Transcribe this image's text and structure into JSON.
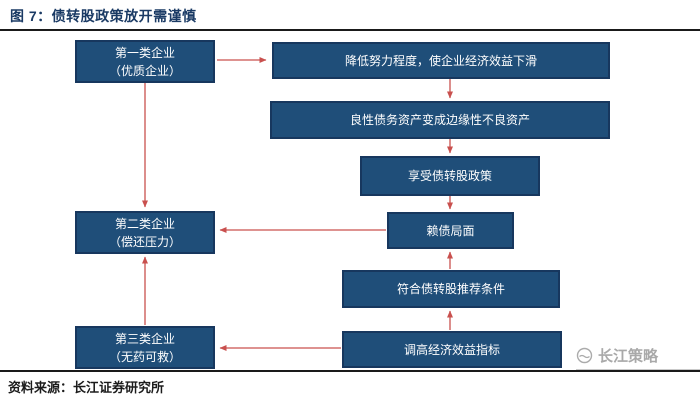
{
  "header": {
    "title": "图 7：债转股政策放开需谨慎"
  },
  "footer": {
    "source": "资料来源：长江证券研究所",
    "watermark": "长江策略"
  },
  "colors": {
    "box_fill": "#1f4e79",
    "box_border": "#17375e",
    "arrow": "#c9504e",
    "title": "#1a3a64"
  },
  "nodes": {
    "tier1": {
      "line1": "第一类企业",
      "line2": "（优质企业）"
    },
    "tier2": {
      "line1": "第二类企业",
      "line2": "（偿还压力）"
    },
    "tier3": {
      "line1": "第三类企业",
      "line2": "（无药可救）"
    },
    "effort": {
      "label": "降低努力程度，使企业经济效益下滑"
    },
    "assets": {
      "label": "良性债务资产变成边缘性不良资产"
    },
    "policy": {
      "label": "享受债转股政策"
    },
    "evasion": {
      "label": "赖债局面"
    },
    "criteria": {
      "label": "符合债转股推荐条件"
    },
    "indicators": {
      "label": "调高经济效益指标"
    }
  },
  "edges": [
    {
      "from": "tier1",
      "to": "effort"
    },
    {
      "from": "effort",
      "to": "assets"
    },
    {
      "from": "assets",
      "to": "policy"
    },
    {
      "from": "policy",
      "to": "evasion"
    },
    {
      "from": "evasion",
      "to": "tier2"
    },
    {
      "from": "tier1",
      "to": "tier2"
    },
    {
      "from": "tier3",
      "to": "tier2"
    },
    {
      "from": "criteria",
      "to": "evasion"
    },
    {
      "from": "indicators",
      "to": "criteria"
    },
    {
      "from": "indicators",
      "to": "tier3"
    }
  ]
}
